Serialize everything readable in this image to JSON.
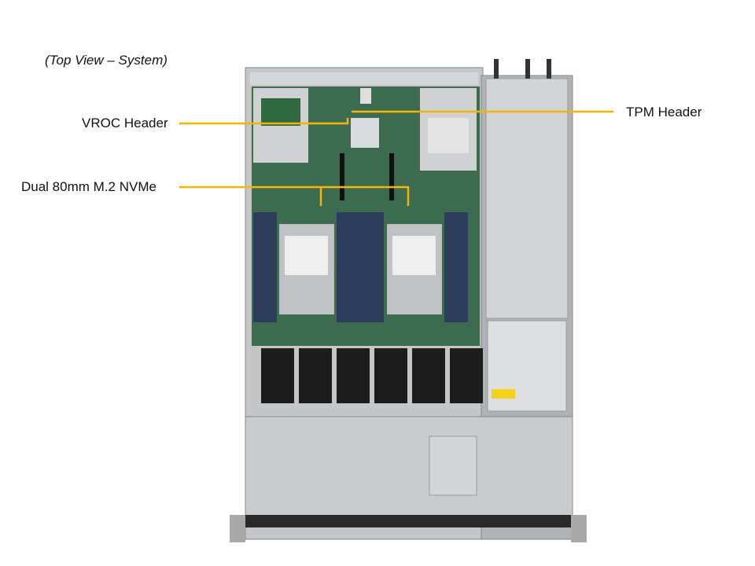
{
  "title": "(Top View – System)",
  "callouts": {
    "vroc": "VROC Header",
    "tpm": "TPM Header",
    "m2": "Dual 80mm M.2 NVMe"
  },
  "colors": {
    "callout_line": "#f5b400",
    "chassis": "#b9bcbf",
    "board": "#3d6b4f"
  }
}
